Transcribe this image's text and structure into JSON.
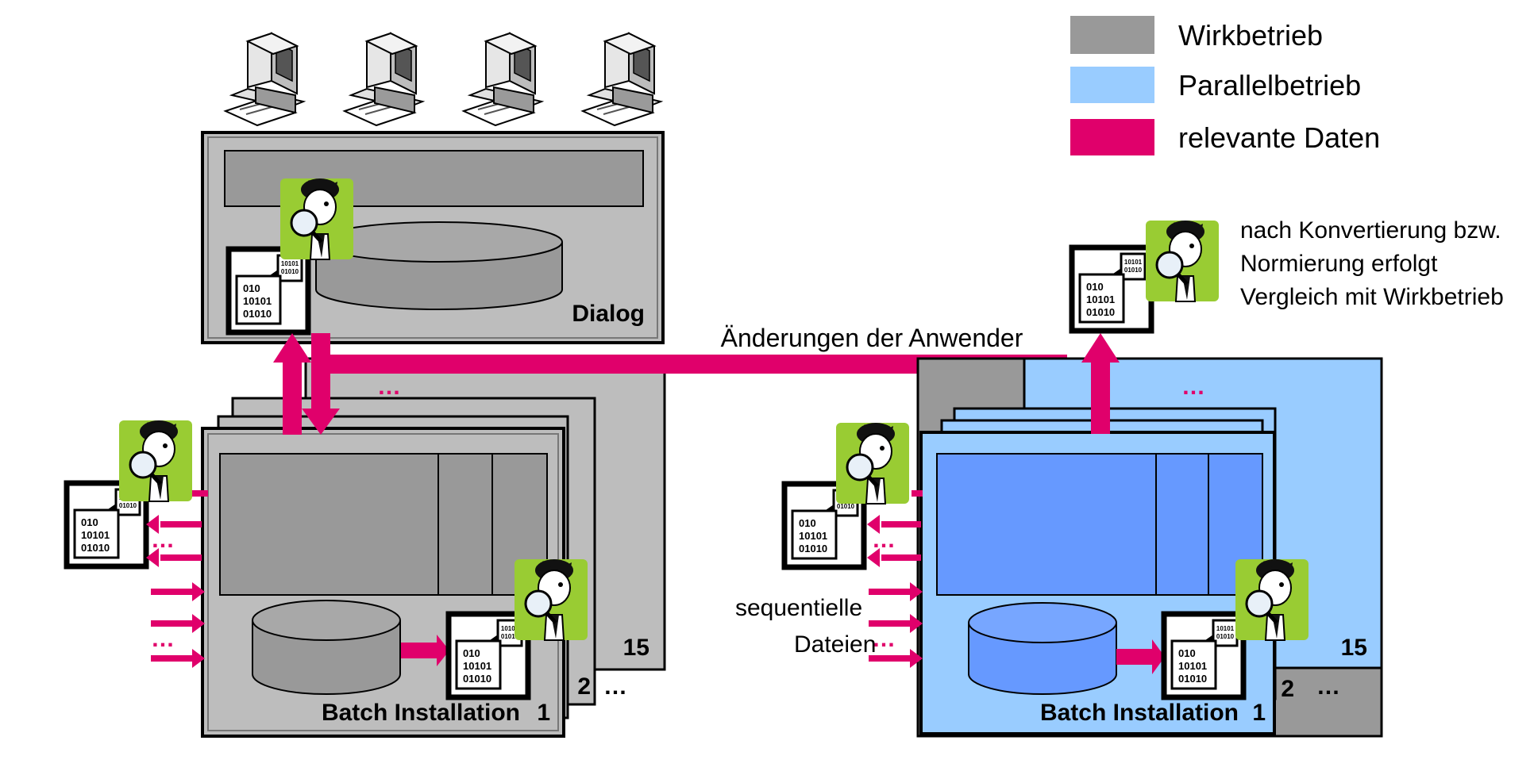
{
  "legend": [
    {
      "label": "Wirkbetrieb",
      "color": "#999999"
    },
    {
      "label": "Parallelbetrieb",
      "color": "#99ccff"
    },
    {
      "label": "relevante Daten",
      "color": "#e0006b"
    }
  ],
  "left_system": {
    "dialog_label": "Dialog",
    "batch_label": "Batch Installation",
    "batch_number": "1",
    "stack_second": "2",
    "stack_last": "15",
    "ellipsis": "…"
  },
  "right_system": {
    "batch_label": "Batch Installation",
    "batch_number": "1",
    "stack_second": "2",
    "stack_last": "15",
    "ellipsis": "…"
  },
  "annotations": {
    "changes_label": "Änderungen der Anwender",
    "sequential_line1": "sequentielle",
    "sequential_line2": "Dateien",
    "note_line1": "nach Konvertierung bzw.",
    "note_line2": "Normierung erfolgt",
    "note_line3": "Vergleich mit Wirkbetrieb"
  },
  "colors": {
    "production_frame": "#bdbdbd",
    "production_inner": "#999999",
    "parallel_frame": "#99ccff",
    "parallel_inner": "#6699ff",
    "data_arrow": "#e0006b",
    "inspector_bg": "#99cc33"
  },
  "icons": [
    "desktop-computer-icon",
    "binary-document-icon",
    "inspector-magnifier-icon"
  ]
}
